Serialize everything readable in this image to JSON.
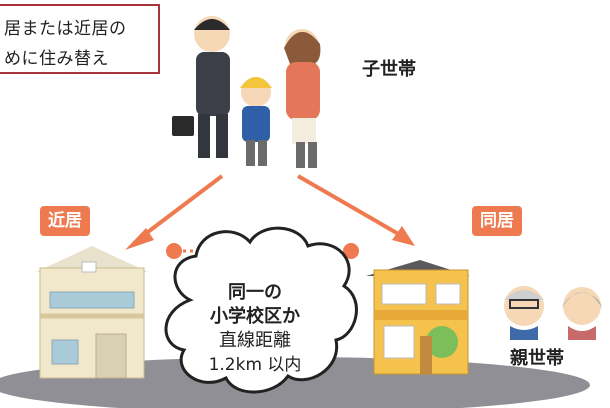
{
  "callout": {
    "line1": "居または近居の",
    "line2": "めに住み替え"
  },
  "labels": {
    "child_household": "子世帯",
    "parent_household": "親世帯"
  },
  "badges": {
    "near": "近居",
    "same": "同居"
  },
  "cloud": {
    "line1": "同一の",
    "line2": "小学校区か",
    "line3": "直線距離",
    "line4": "1.2km 以内"
  },
  "colors": {
    "accent_orange": "#ef7a4f",
    "callout_border": "#a8343b",
    "ground_gray": "#8f8f95"
  }
}
